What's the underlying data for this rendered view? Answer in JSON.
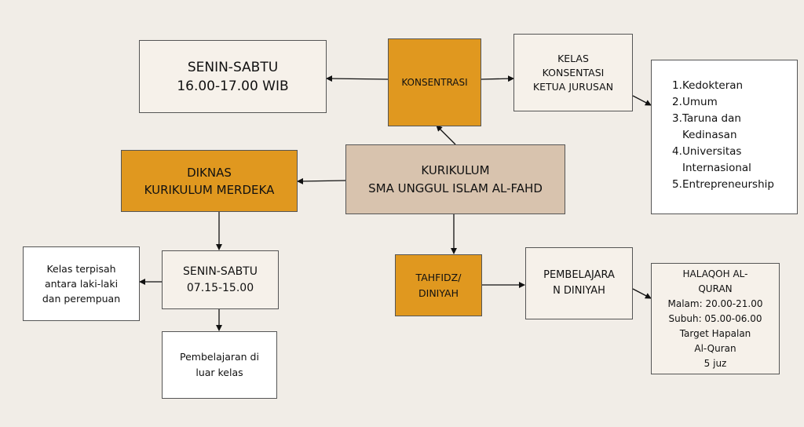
{
  "nodes": {
    "jadwal_konsentrasi": {
      "lines": [
        "SENIN-SABTU",
        "16.00-17.00 WIB"
      ]
    },
    "konsentrasi": {
      "lines": [
        "KONSENTRASI"
      ]
    },
    "kelas_konsentrasi": {
      "lines": [
        "KELAS",
        "KONSENTASI",
        "KETUA JURUSAN"
      ]
    },
    "daftar_konsentrasi": {
      "items": [
        {
          "num": "1.",
          "lines": [
            "Kedokteran"
          ]
        },
        {
          "num": "2.",
          "lines": [
            "Umum"
          ]
        },
        {
          "num": "3.",
          "lines": [
            "Taruna dan",
            "Kedinasan"
          ]
        },
        {
          "num": "4.",
          "lines": [
            "Universitas",
            "Internasional"
          ]
        },
        {
          "num": "5.",
          "lines": [
            "Entrepreneurship"
          ]
        }
      ]
    },
    "diknas": {
      "lines": [
        "DIKNAS",
        "KURIKULUM MERDEKA"
      ]
    },
    "kurikulum": {
      "lines": [
        "KURIKULUM",
        "SMA UNGGUL ISLAM AL-FAHD"
      ]
    },
    "kelas_terpisah": {
      "lines": [
        "Kelas terpisah",
        "antara laki-laki",
        "dan perempuan"
      ]
    },
    "jadwal_diknas": {
      "lines": [
        "SENIN-SABTU",
        "07.15-15.00"
      ]
    },
    "pembelajaran_luar": {
      "lines": [
        "Pembelajaran di",
        "luar kelas"
      ]
    },
    "tahfidz": {
      "lines": [
        "TAHFIDZ/",
        "DINIYAH"
      ]
    },
    "pembelajaran_diniyah": {
      "lines": [
        "PEMBELAJARA",
        "N DINIYAH"
      ]
    },
    "halaqoh": {
      "lines": [
        "HALAQOH AL-",
        "QURAN",
        "Malam: 20.00-21.00",
        "Subuh: 05.00-06.00",
        "Target Hapalan",
        "Al-Quran",
        "5 juz"
      ]
    }
  },
  "colors": {
    "orange": "#e0981f",
    "tan": "#d8c3ae",
    "cream": "#f6f1ea",
    "white": "#ffffff",
    "background": "#f1ede7"
  }
}
